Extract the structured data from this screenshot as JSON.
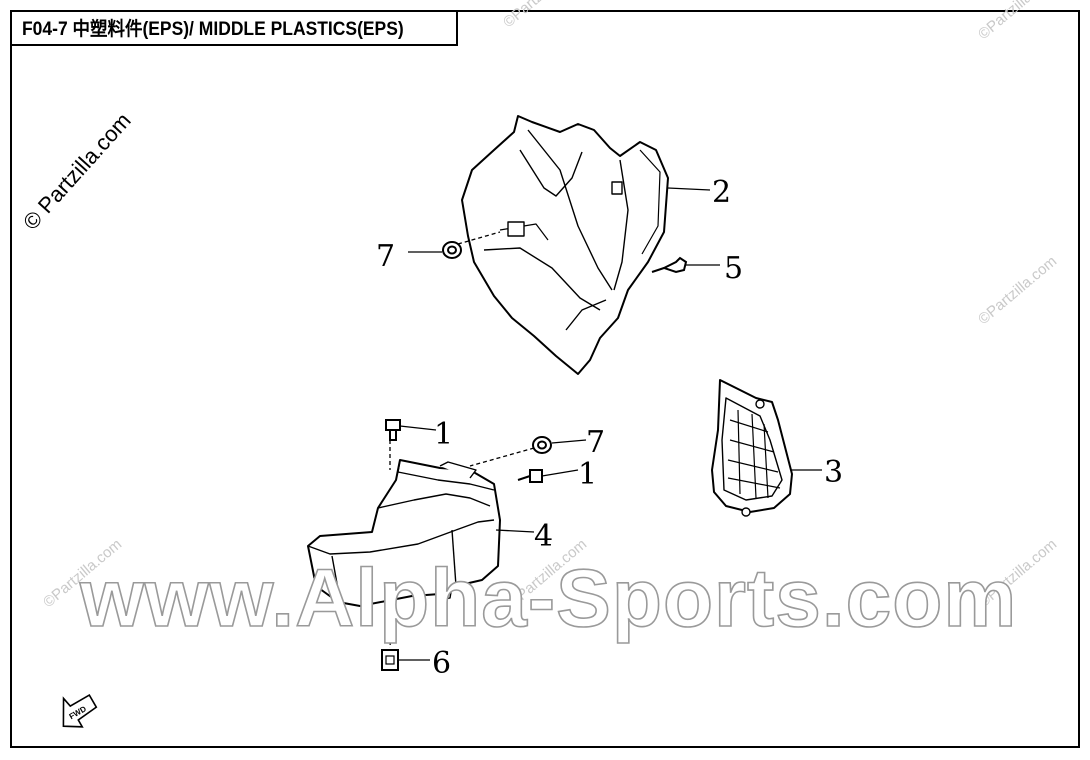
{
  "title": "F04-7 中塑料件(EPS)/ MIDDLE PLASTICS(EPS)",
  "watermarks": {
    "partzilla_small": "©Partzilla.com",
    "partzilla_left": "© Partzilla.com",
    "big": "www.Alpha-Sports.com"
  },
  "callouts": {
    "c1_upper": "1",
    "c1_lower": "1",
    "c2": "2",
    "c3": "3",
    "c4": "4",
    "c5": "5",
    "c6": "6",
    "c7_upper": "7",
    "c7_lower": "7"
  },
  "fwd_label": "FWD"
}
